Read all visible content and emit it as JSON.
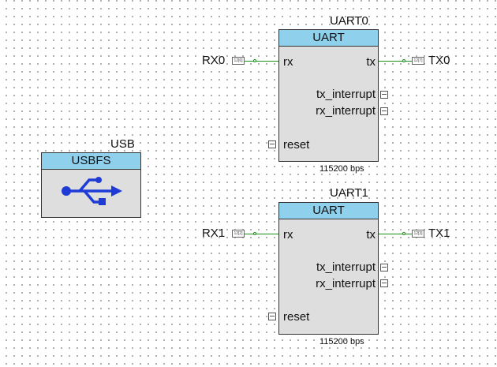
{
  "usb": {
    "instance_name": "USB",
    "component_title": "USBFS",
    "icon": "usb-icon",
    "icon_color": "#1f3bd6"
  },
  "uart0": {
    "instance_name": "UART0",
    "component_title": "UART",
    "pins": {
      "rx": "rx",
      "tx": "tx",
      "tx_interrupt": "tx_interrupt",
      "rx_interrupt": "rx_interrupt",
      "reset": "reset"
    },
    "baud": "115200 bps",
    "input_port": {
      "label": "RX0",
      "pin_code": "12[6]"
    },
    "output_port": {
      "label": "TX0",
      "pin_code": "12[7]"
    }
  },
  "uart1": {
    "instance_name": "UART1",
    "component_title": "UART",
    "pins": {
      "rx": "rx",
      "tx": "tx",
      "tx_interrupt": "tx_interrupt",
      "rx_interrupt": "rx_interrupt",
      "reset": "reset"
    },
    "baud": "115200 bps",
    "input_port": {
      "label": "RX1",
      "pin_code": "12[2]"
    },
    "output_port": {
      "label": "TX1",
      "pin_code": "12[3]"
    }
  },
  "colors": {
    "header": "#8fd0ec",
    "body": "#dedede",
    "wire": "#1a8f1a"
  }
}
